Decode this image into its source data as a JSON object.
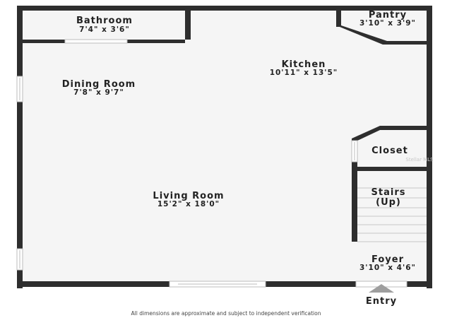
{
  "colors": {
    "wall": "#2e2e2e",
    "floor": "#f5f5f5",
    "window": "#bdbdbd",
    "entry_arrow": "#9e9e9e"
  },
  "rooms": {
    "bathroom": {
      "name": "Bathroom",
      "size": "7'4\" x 3'6\""
    },
    "pantry": {
      "name": "Pantry",
      "size": "3'10\" x 3'9\""
    },
    "kitchen": {
      "name": "Kitchen",
      "size": "10'11\" x 13'5\""
    },
    "dining": {
      "name": "Dining Room",
      "size": "7'8\" x 9'7\""
    },
    "closet": {
      "name": "Closet"
    },
    "stairs": {
      "name": "Stairs",
      "direction": "(Up)"
    },
    "living": {
      "name": "Living Room",
      "size": "15'2\" x 18'0\""
    },
    "foyer": {
      "name": "Foyer",
      "size": "3'10\" x 4'6\""
    }
  },
  "entry_label": "Entry",
  "disclaimer": "All dimensions are approximate and subject to independent verification",
  "watermark": "Stellar MLS"
}
